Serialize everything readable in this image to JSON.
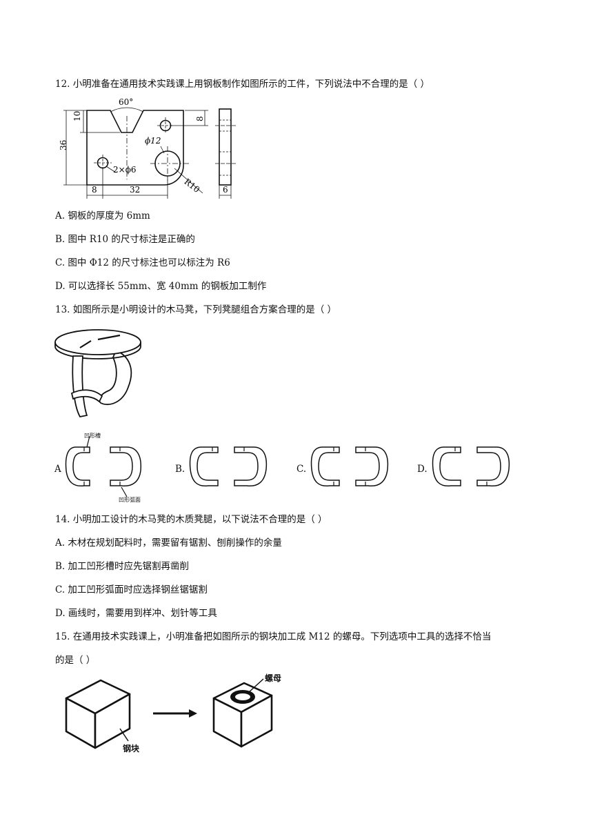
{
  "q12": {
    "stem": "12.  小明准备在通用技术实践课上用钢板制作如图所示的工件，下列说法中不合理的是（      ）",
    "options": [
      "A.  钢板的厚度为 6mm",
      "B.  图中 R10 的尺寸标注是正确的",
      "C.  图中 Φ12 的尺寸标注也可以标注为 R6",
      "D.  可以选择长 55mm、宽 40mm 的钢板加工制作"
    ],
    "figure": {
      "angle": "60°",
      "dim_10": "10",
      "dim_36": "36",
      "dim_8_top": "8",
      "phi12": "ϕ12",
      "two_phi6": "2×ϕ6",
      "r10": "R10",
      "dim_8": "8",
      "dim_32": "32",
      "dim_6": "6"
    }
  },
  "q13": {
    "stem": "13.  如图所示是小明设计的木马凳，下列凳腿组合方案合理的是（      ）",
    "groove_label": "凹形槽",
    "arc_label": "凹形弧面",
    "choices": [
      "A",
      "B.",
      "C.",
      "D."
    ]
  },
  "q14": {
    "stem": "14.  小明加工设计的木马凳的木质凳腿，以下说法不合理的是（      ）",
    "options": [
      "A.  木材在规划配料时，需要留有锯割、刨削操作的余量",
      "B.  加工凹形槽时应先锯割再凿削",
      "C.  加工凹形弧面时应选择钢丝锯锯割",
      "D.  画线时，需要用到样冲、划针等工具"
    ]
  },
  "q15": {
    "stem_line1": "15.  在通用技术实践课上，小明准备把如图所示的钢块加工成 M12 的螺母。下列选项中工具的选择不恰当",
    "stem_line2": "的是（      ）",
    "block_label": "钢块",
    "nut_label": "螺母"
  }
}
